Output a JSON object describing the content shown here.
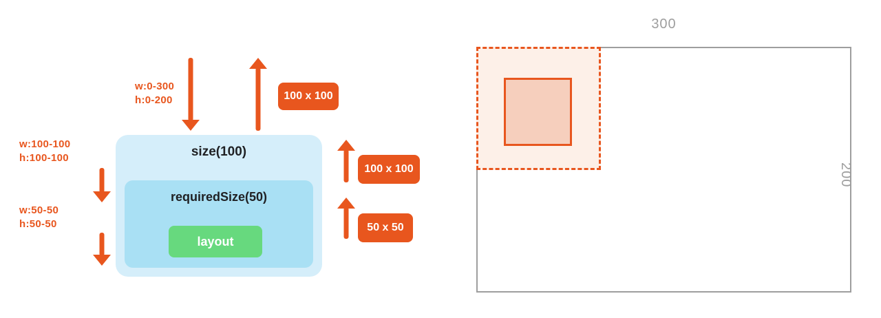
{
  "colors": {
    "orange": "#e8561e",
    "outer_box_blue": "#d5eefa",
    "inner_box_blue": "#a9e0f4",
    "layout_green": "#67d97e",
    "gray": "#9e9e9e",
    "dashed_fill": "#fdf0e8",
    "measured_fill": "#f6cfbd"
  },
  "left_diagram": {
    "constraints_top": {
      "line1": "w:0-300",
      "line2": "h:0-200"
    },
    "constraints_mid": {
      "line1": "w:100-100",
      "line2": "h:100-100"
    },
    "constraints_inner": {
      "line1": "w:50-50",
      "line2": "h:50-50"
    },
    "outer_box_label": "size(100)",
    "inner_box_label": "requiredSize(50)",
    "layout_label": "layout",
    "badge_top": "100 x 100",
    "badge_mid": "100 x 100",
    "badge_inner": "50 x 50"
  },
  "right_diagram": {
    "width_label": "300",
    "height_label": "200"
  }
}
